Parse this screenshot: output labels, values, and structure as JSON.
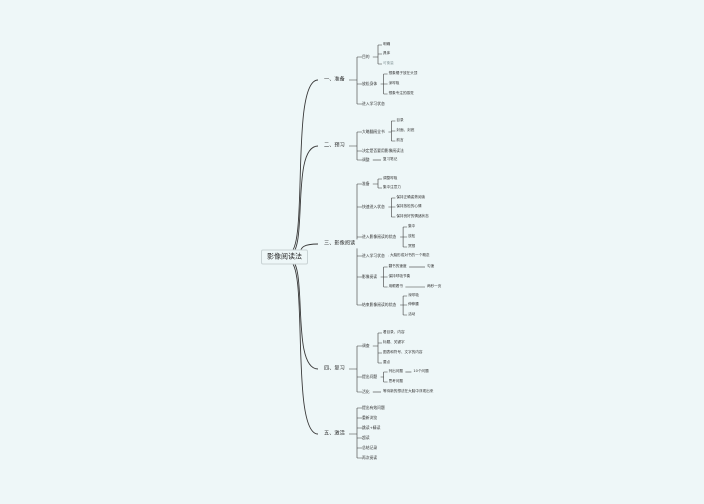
{
  "root": "影像阅读法",
  "branches": [
    {
      "label": "一、准备",
      "children": [
        {
          "label": "目的",
          "children": [
            {
              "label": "明确"
            },
            {
              "label": "具体"
            },
            {
              "label": "可衡量"
            }
          ]
        },
        {
          "label": "放松身体",
          "children": [
            {
              "label": "想象橘子放在头顶"
            },
            {
              "label": "深呼吸"
            },
            {
              "label": "想象专注的感觉"
            }
          ]
        },
        {
          "label": "进入学习状态"
        }
      ]
    },
    {
      "label": "二、预习",
      "children": [
        {
          "label": "大略翻阅全书",
          "children": [
            {
              "label": "目录"
            },
            {
              "label": "封面、封底"
            },
            {
              "label": "前言"
            }
          ]
        },
        {
          "label": "决定是否要用影像阅读法"
        },
        {
          "label": "调整",
          "children": [
            {
              "label": "复习笔记"
            }
          ]
        }
      ]
    },
    {
      "label": "三、影像阅读",
      "children": [
        {
          "label": "准备",
          "children": [
            {
              "label": "调整呼吸"
            },
            {
              "label": "集中注意力"
            }
          ]
        },
        {
          "label": "快速进入状态",
          "children": [
            {
              "label": "保持正确姿势阅读"
            },
            {
              "label": "保持放松的心情"
            },
            {
              "label": "保持良好的情绪状态"
            }
          ]
        },
        {
          "label": "进入影像阅读的状态",
          "children": [
            {
              "label": "集中"
            },
            {
              "label": "放松"
            },
            {
              "label": "冥想"
            }
          ]
        },
        {
          "label": "进入学习状态",
          "children": [
            {
              "label": "大脑形成对书的一个概念"
            }
          ]
        },
        {
          "label": "影像阅读",
          "children": [
            {
              "label": "翻书的速度",
              "children": [
                {
                  "label": "匀速"
                }
              ]
            },
            {
              "label": "保持呼吸节奏"
            },
            {
              "label": "用眼看书",
              "children": [
                {
                  "label": "两秒一页"
                }
              ]
            }
          ]
        },
        {
          "label": "结束影像阅读的状态",
          "children": [
            {
              "label": "深呼吸"
            },
            {
              "label": "伸伸腰"
            },
            {
              "label": "活动"
            }
          ]
        }
      ]
    },
    {
      "label": "四、复习",
      "children": [
        {
          "label": "调查",
          "children": [
            {
              "label": "看目录、内容"
            },
            {
              "label": "标题、关键字"
            },
            {
              "label": "图表和符号、文字的内容"
            },
            {
              "label": "要点"
            }
          ]
        },
        {
          "label": "提出问题",
          "children": [
            {
              "label": "列出问题",
              "children": [
                {
                  "label": "10个问题"
                }
              ]
            },
            {
              "label": "思考问题"
            }
          ]
        },
        {
          "label": "活化",
          "children": [
            {
              "label": "等待新的想法在大脑中浮现出来"
            }
          ]
        }
      ]
    },
    {
      "label": "五、激活",
      "children": [
        {
          "label": "提出有效问题"
        },
        {
          "label": "重新浏览"
        },
        {
          "label": "跳读+精读"
        },
        {
          "label": "超读"
        },
        {
          "label": "总结记录"
        },
        {
          "label": "再次阅读"
        }
      ]
    }
  ]
}
